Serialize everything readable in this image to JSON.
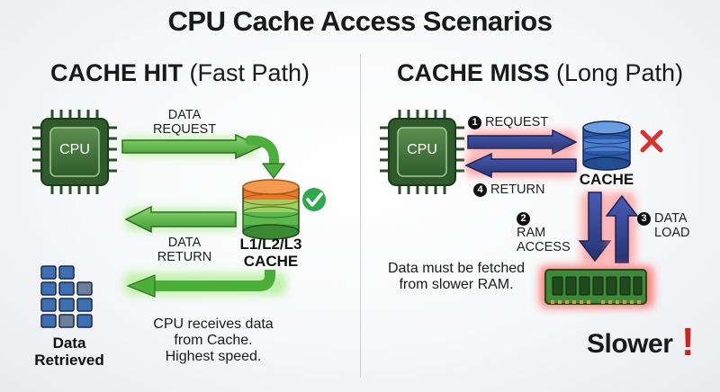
{
  "title": "CPU Cache Access Scenarios",
  "hit": {
    "heading_bold": "CACHE HIT",
    "heading_sub": "(Fast Path)",
    "cpu_chip": "CPU",
    "request_label": "DATA\nREQUEST",
    "return_label": "DATA\nRETURN",
    "cache_label": "L1/L2/L3\nCACHE",
    "data_label": "Data\nRetrieved",
    "caption": "CPU receives data\nfrom Cache.\nHighest speed."
  },
  "miss": {
    "heading_bold": "CACHE MISS",
    "heading_sub": "(Long Path)",
    "cpu_chip": "CPU",
    "steps": [
      {
        "num": "1",
        "label": "REQUEST"
      },
      {
        "num": "2",
        "label": "RAM\nACCESS"
      },
      {
        "num": "3",
        "label": "DATA\nLOAD"
      },
      {
        "num": "4",
        "label": "RETURN"
      }
    ],
    "cache_label": "CACHE",
    "caption": "Data must be fetched\nfrom slower RAM.",
    "slower_label": "Slower",
    "exclaim": "!"
  },
  "colors": {
    "green_arrow": "#4caf3c",
    "green_glow": "#b8f0a0",
    "red_glow": "#ff7a7a",
    "navy_arrow": "#2e3f8c",
    "chip_green": "#2f6b2f",
    "cache_orange": "#e8782a",
    "check_green": "#2fa84f",
    "cross_red": "#d93030"
  }
}
